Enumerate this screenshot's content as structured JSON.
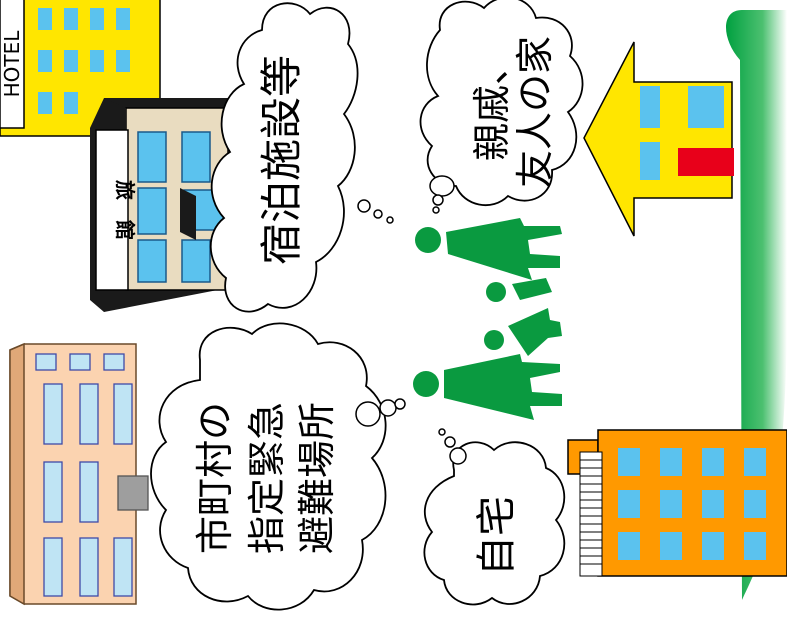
{
  "labels": {
    "hotel_sign": "HOTEL",
    "ryokan_sign": "旅　館",
    "lodging": "宿泊施設等",
    "relatives_line1": "親戚、",
    "relatives_line2": "友人の家",
    "evac_line1": "市町村の",
    "evac_line2": "指定緊急",
    "evac_line3": "避難場所",
    "home": "自宅"
  },
  "colors": {
    "people": "#0a9a40",
    "yellow": "#ffe600",
    "window_blue": "#5bc2ee",
    "orange": "#ff9900",
    "red": "#e8001a",
    "building_tan": "#e9dcc0",
    "building_peach": "#fbd3b0",
    "green_gradient_start": "#00a040"
  }
}
